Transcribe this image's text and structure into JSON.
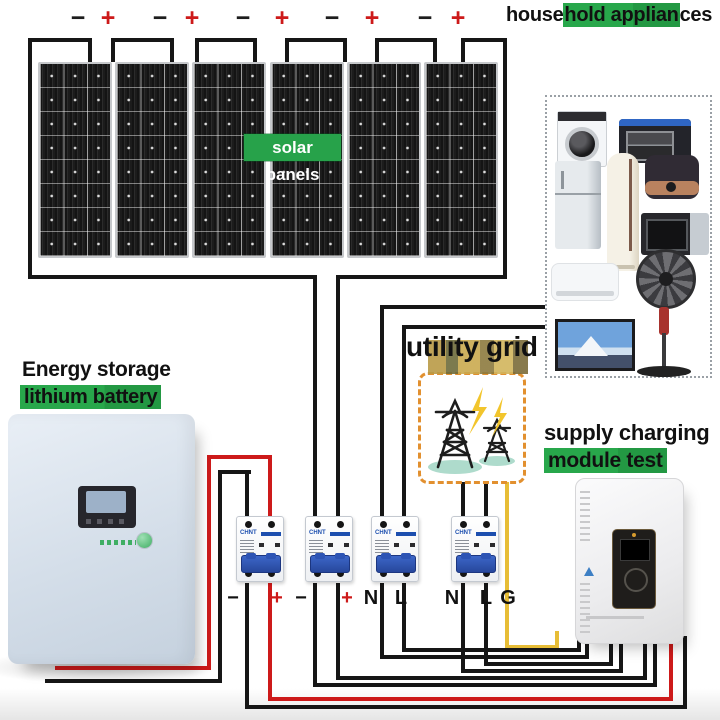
{
  "title_labels": {
    "appliances_pre": "house",
    "appliances_hl": "hold applian",
    "appliances_post": "ces",
    "solar": "solar panels",
    "battery_1": "Energy storage",
    "battery_2": "lithium battery",
    "grid": "utility grid",
    "inverter_1": "supply charging",
    "inverter_2": "module test"
  },
  "solar_terms": [
    {
      "neg": "−",
      "pos": "+"
    },
    {
      "neg": "−",
      "pos": "+"
    },
    {
      "neg": "−",
      "pos": "+"
    },
    {
      "neg": "−",
      "pos": "+"
    },
    {
      "neg": "−",
      "pos": "+"
    }
  ],
  "solar_array": {
    "panel_count": 6
  },
  "breakers": {
    "brand": "CHNT",
    "labels": [
      [
        "−",
        "+"
      ],
      [
        "−",
        "+"
      ],
      [
        "N",
        "L"
      ],
      [
        "N",
        "L",
        "G"
      ]
    ]
  },
  "appliances": [
    "washing-machine",
    "oven",
    "refrigerator",
    "floor-ac",
    "rice-cooker",
    "microwave",
    "wall-ac",
    "stand-fan",
    "tv"
  ],
  "colors": {
    "highlight_green": "#27A24A",
    "wire_black": "#161616",
    "wire_red": "#CD1A1A",
    "wire_yellow": "#E7BD36",
    "grid_box_orange": "#E2902F",
    "breaker_blue": "#1D4FAF"
  }
}
